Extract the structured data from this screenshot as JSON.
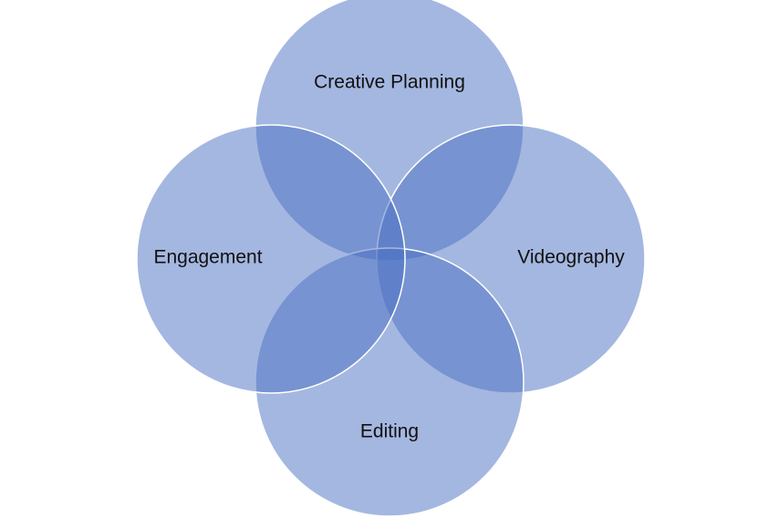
{
  "diagram": {
    "type": "venn",
    "fill_color": "#4a70c2",
    "stroke_color": "#ffffff",
    "sets": [
      {
        "id": "top",
        "label": "Creative Planning"
      },
      {
        "id": "right",
        "label": "Videography"
      },
      {
        "id": "bottom",
        "label": "Editing"
      },
      {
        "id": "left",
        "label": "Engagement"
      }
    ]
  }
}
